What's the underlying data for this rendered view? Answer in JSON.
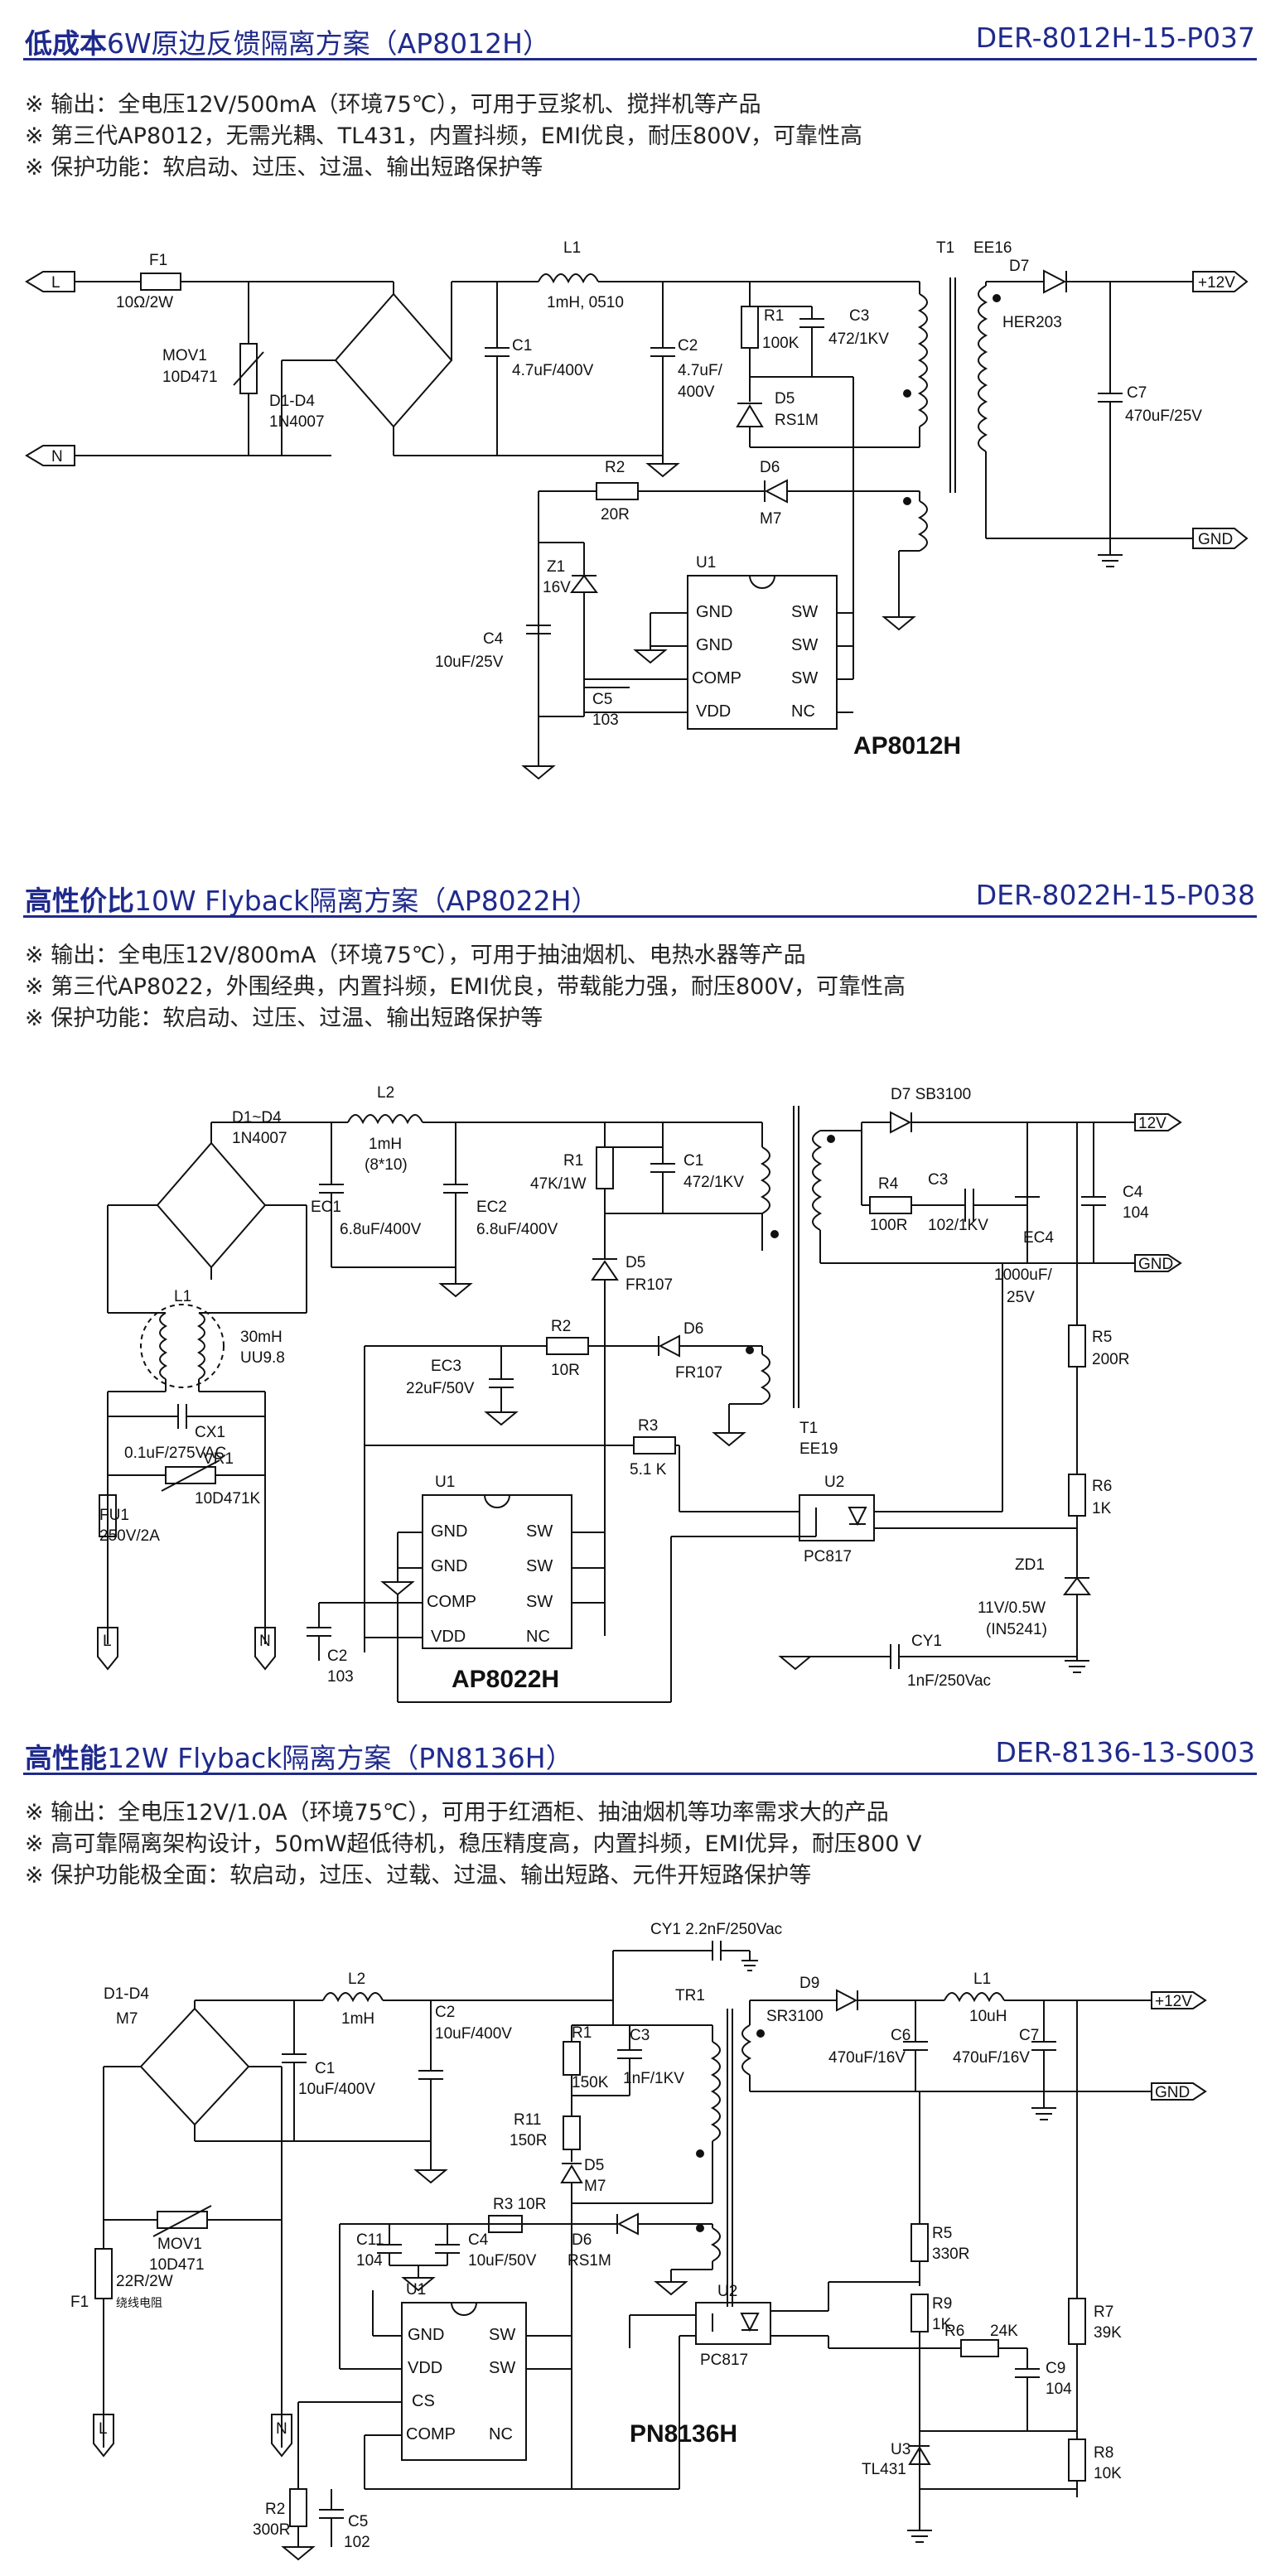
{
  "sheets": [
    {
      "title_bold": "低成本",
      "title_rest": "6W原边反馈隔离方案（AP8012H）",
      "code": "DER-8012H-15-P037",
      "notes": [
        "※ 输出：全电压12V/500mA（环境75℃），可用于豆浆机、搅拌机等产品",
        "※ 第三代AP8012，无需光耦、TL431，内置抖频，EMI优良，耐压800V，可靠性高",
        "※ 保护功能：软启动、过压、过温、输出短路保护等"
      ],
      "labels": {
        "L": "L",
        "N": "N",
        "F1": "F1",
        "F1v": "10Ω/2W",
        "MOV1": "MOV1",
        "MOV1v": "10D471",
        "D1": "D1-D4",
        "D1v": "1N4007",
        "C1": "C1",
        "C1v": "4.7uF/400V",
        "L1": "L1",
        "L1v": "1mH, 0510",
        "C2": "C2",
        "C2v1": "4.7uF/",
        "C2v2": "400V",
        "R1": "R1",
        "R1v": "100K",
        "C3": "C3",
        "C3v": "472/1KV",
        "D5": "D5",
        "D5v": "RS1M",
        "T1": "T1",
        "EE16": "EE16",
        "D7": "D7",
        "D7v": "HER203",
        "C7": "C7",
        "C7v": "470uF/25V",
        "out_pos": "+12V",
        "out_gnd": "GND",
        "R2": "R2",
        "R2v": "20R",
        "D6": "D6",
        "D6v": "M7",
        "Z1": "Z1",
        "Z1v": "16V",
        "C4": "C4",
        "C4v": "10uF/25V",
        "C5": "C5",
        "C5v": "103",
        "U1": "U1",
        "pin_gnd1": "GND",
        "pin_gnd2": "GND",
        "pin_comp": "COMP",
        "pin_vdd": "VDD",
        "pin_sw1": "SW",
        "pin_sw2": "SW",
        "pin_sw3": "SW",
        "pin_nc": "NC",
        "chip": "AP8012H"
      }
    },
    {
      "title_bold": "高性价比",
      "title_rest": "10W Flyback隔离方案（AP8022H）",
      "code": "DER-8022H-15-P038",
      "notes": [
        "※ 输出：全电压12V/800mA（环境75℃），可用于抽油烟机、电热水器等产品",
        "※ 第三代AP8022，外围经典，内置抖频，EMI优良，带载能力强，耐压800V，可靠性高",
        "※ 保护功能：软启动、过压、过温、输出短路保护等"
      ],
      "labels": {
        "D1": "D1~D4",
        "D1v": "1N4007",
        "L2": "L2",
        "L2v1": "1mH",
        "L2v2": "(8*10)",
        "EC1": "EC1",
        "EC1v": "6.8uF/400V",
        "EC2": "EC2",
        "EC2v": "6.8uF/400V",
        "R1": "R1",
        "R1v": "47K/1W",
        "C1": "C1",
        "C1v": "472/1KV",
        "D5": "D5",
        "D5v": "FR107",
        "L1": "L1",
        "L1v1": "30mH",
        "L1v2": "UU9.8",
        "CX1": "CX1",
        "CX1v": "0.1uF/275VAC",
        "VR1": "VR1",
        "VR1v": "10D471K",
        "FU1": "FU1",
        "FU1v": "250V/2A",
        "L": "L",
        "N": "N",
        "D7": "D7 SB3100",
        "R4": "R4",
        "R4v": "100R",
        "C3": "C3",
        "C3v": "102/1KV",
        "EC4": "EC4",
        "EC4v1": "1000uF/",
        "EC4v2": "25V",
        "C4": "C4",
        "C4v": "104",
        "out_pos": "12V",
        "out_gnd": "GND",
        "T1": "T1",
        "T1v": "EE19",
        "EC3": "EC3",
        "EC3v": "22uF/50V",
        "R2": "R2",
        "R2v": "10R",
        "D6": "D6",
        "D6v": "FR107",
        "R3": "R3",
        "R3v": "5.1 K",
        "R5": "R5",
        "R5v": "200R",
        "R6": "R6",
        "R6v": "1K",
        "U2": "U2",
        "U2v": "PC817",
        "ZD1": "ZD1",
        "ZD1v1": "11V/0.5W",
        "ZD1v2": "(IN5241)",
        "CY1": "CY1",
        "CY1v": "1nF/250Vac",
        "C2": "C2",
        "C2v": "103",
        "U1": "U1",
        "pin_gnd1": "GND",
        "pin_gnd2": "GND",
        "pin_comp": "COMP",
        "pin_vdd": "VDD",
        "pin_sw1": "SW",
        "pin_sw2": "SW",
        "pin_sw3": "SW",
        "pin_nc": "NC",
        "chip": "AP8022H"
      }
    },
    {
      "title_bold": "高性能",
      "title_rest": "12W Flyback隔离方案（PN8136H）",
      "code": "DER-8136-13-S003",
      "notes": [
        "※ 输出：全电压12V/1.0A（环境75℃），可用于红酒柜、抽油烟机等功率需求大的产品",
        "※ 高可靠隔离架构设计，50mW超低待机，稳压精度高，内置抖频，EMI优异，耐压800 V",
        "※ 保护功能极全面：软启动，过压、过载、过温、输出短路、元件开短路保护等"
      ],
      "labels": {
        "CY1": "CY1 2.2nF/250Vac",
        "D1": "D1-D4",
        "D1v": "M7",
        "L2": "L2",
        "L2v": "1mH",
        "C2": "C2",
        "C2v": "10uF/400V",
        "C1": "C1",
        "C1v": "10uF/400V",
        "R1": "R1",
        "R1v": "150K",
        "C3": "C3",
        "C3v": "1nF/1KV",
        "R11": "R11",
        "R11v": "150R",
        "D5": "D5",
        "D5v": "M7",
        "TR1": "TR1",
        "D9": "D9",
        "D9v": "SR3100",
        "L1": "L1",
        "L1v": "10uH",
        "C6": "C6",
        "C6v": "470uF/16V",
        "C7": "C7",
        "C7v": "470uF/16V",
        "out_pos": "+12V",
        "out_gnd": "GND",
        "MOV1": "MOV1",
        "MOV1v": "10D471",
        "F1": "F1",
        "F1v": "22R/2W",
        "F1n": "绕线电阻",
        "L": "L",
        "N": "N",
        "R3": "R3 10R",
        "D6": "D6",
        "D6v": "RS1M",
        "C11": "C11",
        "C11v": "104",
        "C4": "C4",
        "C4v": "10uF/50V",
        "U1": "U1",
        "pin_gnd": "GND",
        "pin_vdd": "VDD",
        "pin_cs": "CS",
        "pin_comp": "COMP",
        "pin_sw1": "SW",
        "pin_sw2": "SW",
        "pin_nc": "NC",
        "U2": "U2",
        "U2v": "PC817",
        "R5": "R5",
        "R5v": "330R",
        "R9": "R9",
        "R9v": "1K",
        "R6": "R6",
        "R6v": "24K",
        "C9": "C9",
        "C9v": "104",
        "U3": "U3",
        "U3v": "TL431",
        "R7": "R7",
        "R7v": "39K",
        "R8": "R8",
        "R8v": "10K",
        "R2": "R2",
        "R2v": "300R",
        "C5": "C5",
        "C5v": "102",
        "chip": "PN8136H"
      }
    }
  ]
}
